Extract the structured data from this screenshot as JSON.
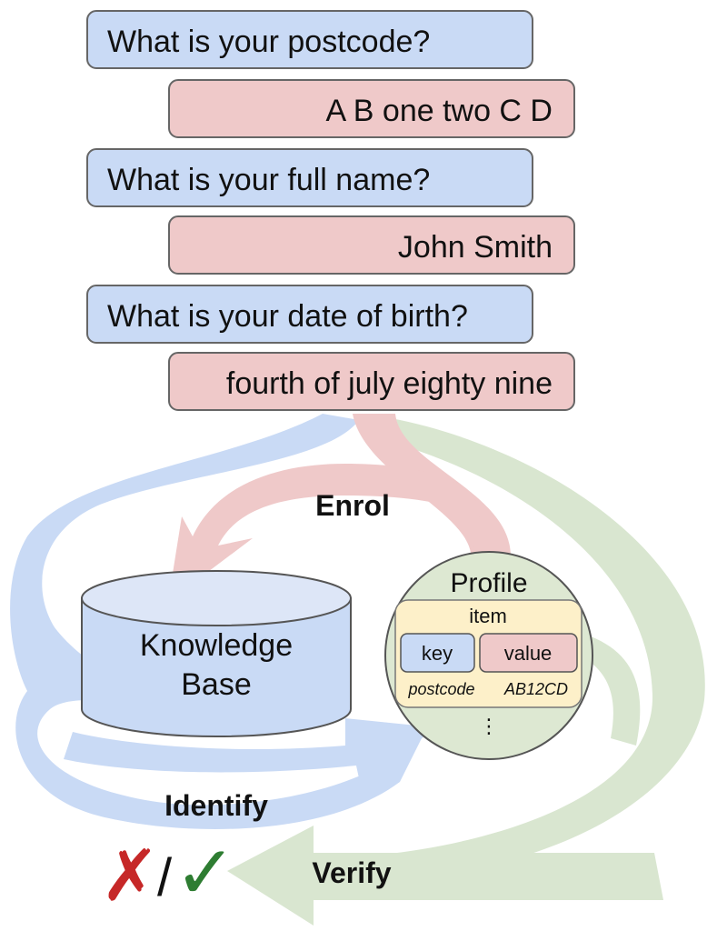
{
  "dialogue": [
    {
      "role": "question",
      "text": "What is your postcode?"
    },
    {
      "role": "answer",
      "text": "A B one two C D"
    },
    {
      "role": "question",
      "text": "What is your full name?"
    },
    {
      "role": "answer",
      "text": "John Smith"
    },
    {
      "role": "question",
      "text": "What is your date of birth?"
    },
    {
      "role": "answer",
      "text": "fourth of july eighty nine"
    }
  ],
  "knowledge_base": {
    "line1": "Knowledge",
    "line2": "Base"
  },
  "profile": {
    "title": "Profile",
    "item_label": "item",
    "key_label": "key",
    "value_label": "value",
    "example_key": "postcode",
    "example_value": "AB12CD",
    "more": "⋮"
  },
  "flows": {
    "enrol": "Enrol",
    "identify": "Identify",
    "verify": "Verify"
  },
  "result": {
    "fail_symbol": "✗",
    "separator": "/",
    "pass_symbol": "✓"
  },
  "colors": {
    "question_fill": "#c9daf5",
    "answer_fill": "#efc9c9",
    "blue_flow": "#c9daf5",
    "red_flow": "#efc9c9",
    "green_flow": "#d9e6d0",
    "kb_fill": "#c9daf5",
    "kb_top": "#dde6f7",
    "profile_fill": "#dde8d2",
    "item_fill": "#fdf0c9",
    "key_fill": "#c9daf5",
    "value_fill": "#efc9c9",
    "cross": "#c62828",
    "check": "#2e7d32"
  }
}
